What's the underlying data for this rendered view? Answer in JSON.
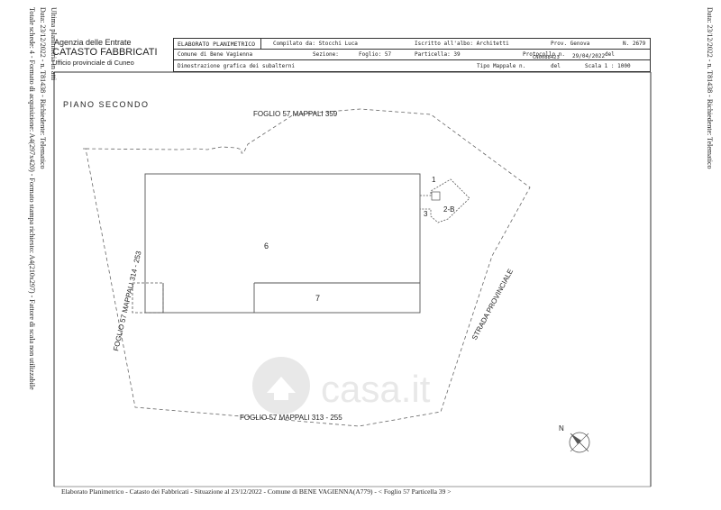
{
  "margin_left": {
    "line1": "Ultima planimetria in atti",
    "line2": "Data: 23/12/2022 - n. T81438 - Richiedente: Telematico",
    "line3": "Totale schede: 4 - Formato di acquisizione: A4(297x420) - Formato stampa richiesto: A4(210x297) - Fattore di scala non utilizzabile"
  },
  "margin_right": {
    "line1": "Data: 23/12/2022 - n. T81438 - Richiedente: Telematico"
  },
  "agency": {
    "name": "Agenzia delle Entrate",
    "catasto": "CATASTO FABBRICATI",
    "ufficio": "Ufficio provinciale di  Cuneo"
  },
  "header": {
    "title": "ELABORATO PLANIMETRICO",
    "compilato": "Compilato da: Stocchi Luca",
    "iscritto": "Iscritto all'albo: Architetti",
    "prov": "Prov. Genova",
    "n": "N. 2679",
    "comune": "Comune di Bene Vagienna",
    "sezione": "Sezione:",
    "foglio": "Foglio: 57",
    "particella": "Particella: 39",
    "protocollo": "Protocollo n.",
    "protocollo_num": "CN0088423",
    "del_label": "del",
    "date": "29/04/2022",
    "dimostrazione": "Dimostrazione grafica dei subalterni",
    "tipo": "Tipo Mappale n.",
    "del2": "del",
    "scala": "Scala 1 : 1000"
  },
  "plan": {
    "piano": "PIANO SECONDO",
    "top_label": "FOGLIO 57 MAPPALI 359",
    "left_label": "FOGLIO 57 MAPPALI 314 - 253",
    "bottom_label": "FOGLIO 57 MAPPALI 313 - 255",
    "right_label": "STRADA PROVINCIALE",
    "sub_1": "1",
    "sub_2b": "2-B",
    "sub_3": "3",
    "sub_6": "6",
    "sub_7": "7",
    "north": "N"
  },
  "watermark": "casa.it",
  "footer": "Elaborato Planimetrico - Catasto dei Fabbricati - Situazione al 23/12/2022 - Comune di BENE VAGIENNA(A779) - < Foglio 57 Particella 39 >"
}
